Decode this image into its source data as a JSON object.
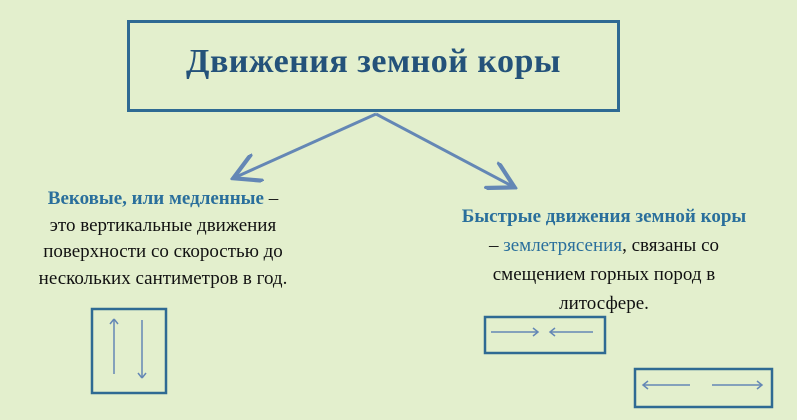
{
  "title": "Движения земной коры",
  "slow": {
    "heading": "Вековые, или медленные",
    "dash": " –",
    "lines": [
      "это вертикальные движения",
      "поверхности со скоростью до",
      "нескольких сантиметров в год."
    ]
  },
  "fast": {
    "heading": "Быстрые движения земной коры",
    "dash": "– ",
    "keyword": "землетрясения",
    "rest1": ", связаны со",
    "lines": [
      "смещением горных пород в",
      "литосфере."
    ]
  },
  "colors": {
    "background": "#e3efcd",
    "accent": "#2a6f9c",
    "box_border": "#2f6a93",
    "arrow": "#6487b5"
  },
  "icons": {
    "vertical_box": "up-down-arrows-icon",
    "converging_box": "converging-arrows-icon",
    "diverging_box": "diverging-arrows-icon"
  }
}
